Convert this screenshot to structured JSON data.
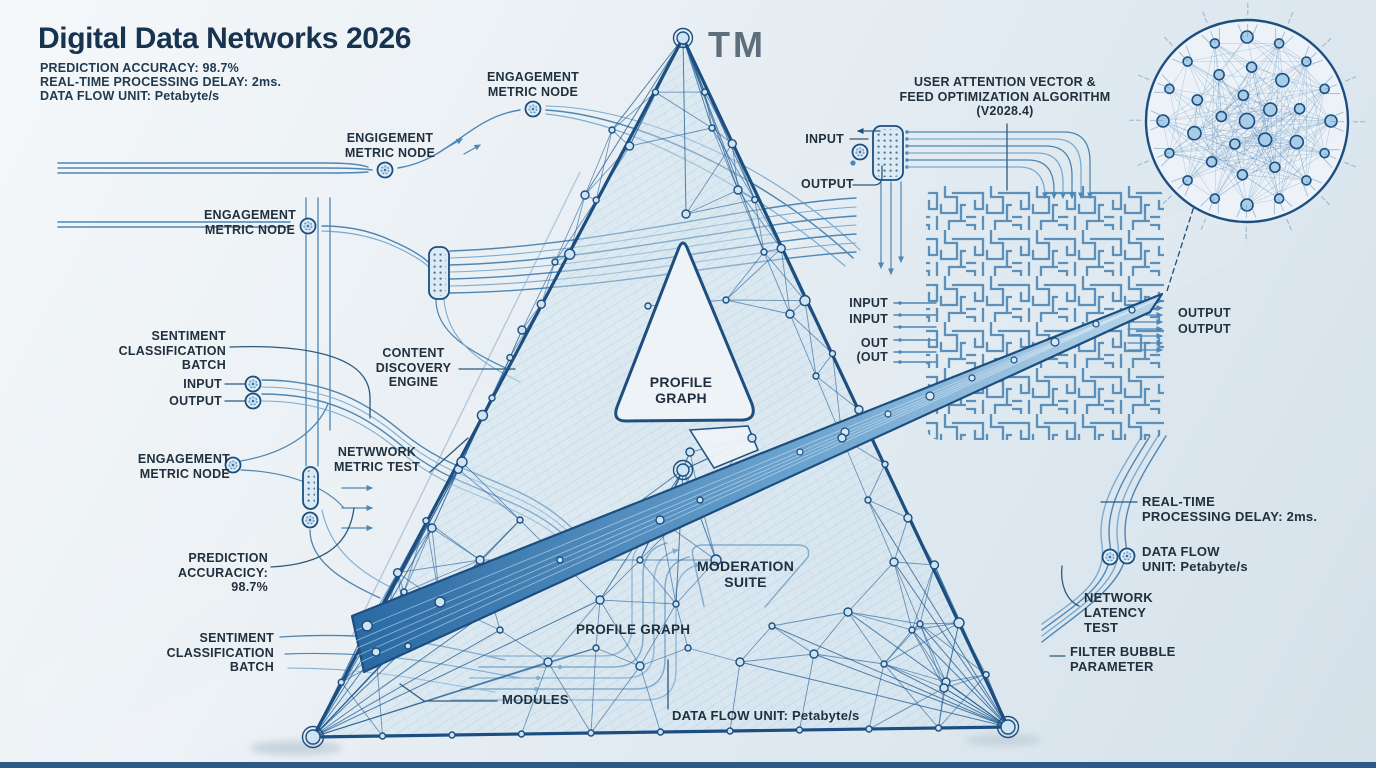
{
  "header": {
    "title": "Digital Data Networks 2026",
    "meta": [
      "PREDICTION ACCURACY: 98.7%",
      "REAL-TIME PROCESSING DELAY: 2ms.",
      "DATA FLOW UNIT: Petabyte/s"
    ],
    "trademark": "TM"
  },
  "labels": {
    "engagement_metric_node_top": "ENGAGEMENT\nMETRIC NODE",
    "engigement_metric_node": "ENGIGEMENT\nMETRIC NODE",
    "engagement_metric_node_left": "ENGAGEMENT\nMETRIC NODE",
    "sentiment_classification_batch_upper": "SENTIMENT\nCLASSIFICATION\nBATCH",
    "input_left": "INPUT",
    "output_left": "OUTPUT",
    "content_discovery_engine": "CONTENT\nDISCOVERY\nENGINE",
    "netwwork_metric_test": "NETWWORK\nMETRIC TEST",
    "engagement_metric_node_lower": "ENGAGEMENT\nMETRIC NODE",
    "prediction_accuracicy": "PREDICTION\nACCURACICY:\n98.7%",
    "sentiment_classification_batch_lower": "SENTIMENT\nCLASSIFICATION\nBATCH",
    "profile_graph_center": "PROFILE\nGRAPH",
    "moderation_suite": "MODERATION\nSUITE",
    "profile_graph_lower": "PROFILE GRAPH",
    "modules": "MODULES",
    "data_flow_unit_bottom": "DATA FLOW UNIT: Petabyte/s",
    "input_top": "INPUT",
    "output_top": "OUTPUT",
    "user_attention": "USER ATTENTION VECTOR &\nFEED OPTIMIZATION ALGORITHM\n(V2028.4)",
    "input_mid_1": "INPUT",
    "input_mid_2": "INPUT",
    "out_mid_1": "OUT",
    "out_mid_2": "(OUT",
    "output_right_1": "OUTPUT",
    "output_right_2": "OUTPUT",
    "realtime_right": "REAL-TIME\nPROCESSING DELAY: 2ms.",
    "data_flow_right": "DATA FLOW\nUNIT: Petabyte/s",
    "network_latency_test": "NETWORK\nLATENCY\nTEST",
    "filter_bubble_parameter": "FILTER BUBBLE\nPARAMETER"
  },
  "colors": {
    "title": "#17334f",
    "label": "#20303e",
    "trace": "#4e86b4",
    "trace_light": "#a9c9e2",
    "outline": "#1c4e80",
    "node_fill": "#cfe4f2",
    "maze": "#4f88b5",
    "tm": "#5d6e7d",
    "footer_bar": "#2c5a86",
    "leader": "#2c5a7c"
  }
}
